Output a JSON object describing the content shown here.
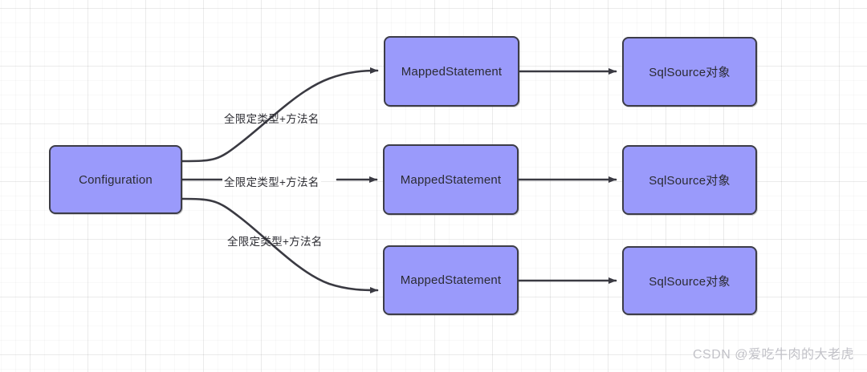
{
  "diagram": {
    "title": "MyBatis Configuration to MappedStatement to SqlSource mapping",
    "colors": {
      "node_fill": "#9a9afb",
      "node_border": "#3c3c47",
      "edge_stroke": "#3a3a42",
      "text": "#2b2b33",
      "watermark": "#c2c2c8",
      "grid_minor": "#f2f2f2",
      "grid_major": "#e8e8e8",
      "background": "#ffffff"
    },
    "nodes": [
      {
        "id": "configuration",
        "label": "Configuration"
      },
      {
        "id": "mapped-statement-1",
        "label": "MappedStatement"
      },
      {
        "id": "mapped-statement-2",
        "label": "MappedStatement"
      },
      {
        "id": "mapped-statement-3",
        "label": "MappedStatement"
      },
      {
        "id": "sql-source-1",
        "label": "SqlSource对象"
      },
      {
        "id": "sql-source-2",
        "label": "SqlSource对象"
      },
      {
        "id": "sql-source-3",
        "label": "SqlSource对象"
      }
    ],
    "edge_labels": [
      {
        "id": "edge-label-top",
        "label": "全限定类型+方法名"
      },
      {
        "id": "edge-label-middle",
        "label": "全限定类型+方法名"
      },
      {
        "id": "edge-label-bottom",
        "label": "全限定类型+方法名"
      }
    ],
    "watermark": "CSDN @爱吃牛肉的大老虎"
  }
}
